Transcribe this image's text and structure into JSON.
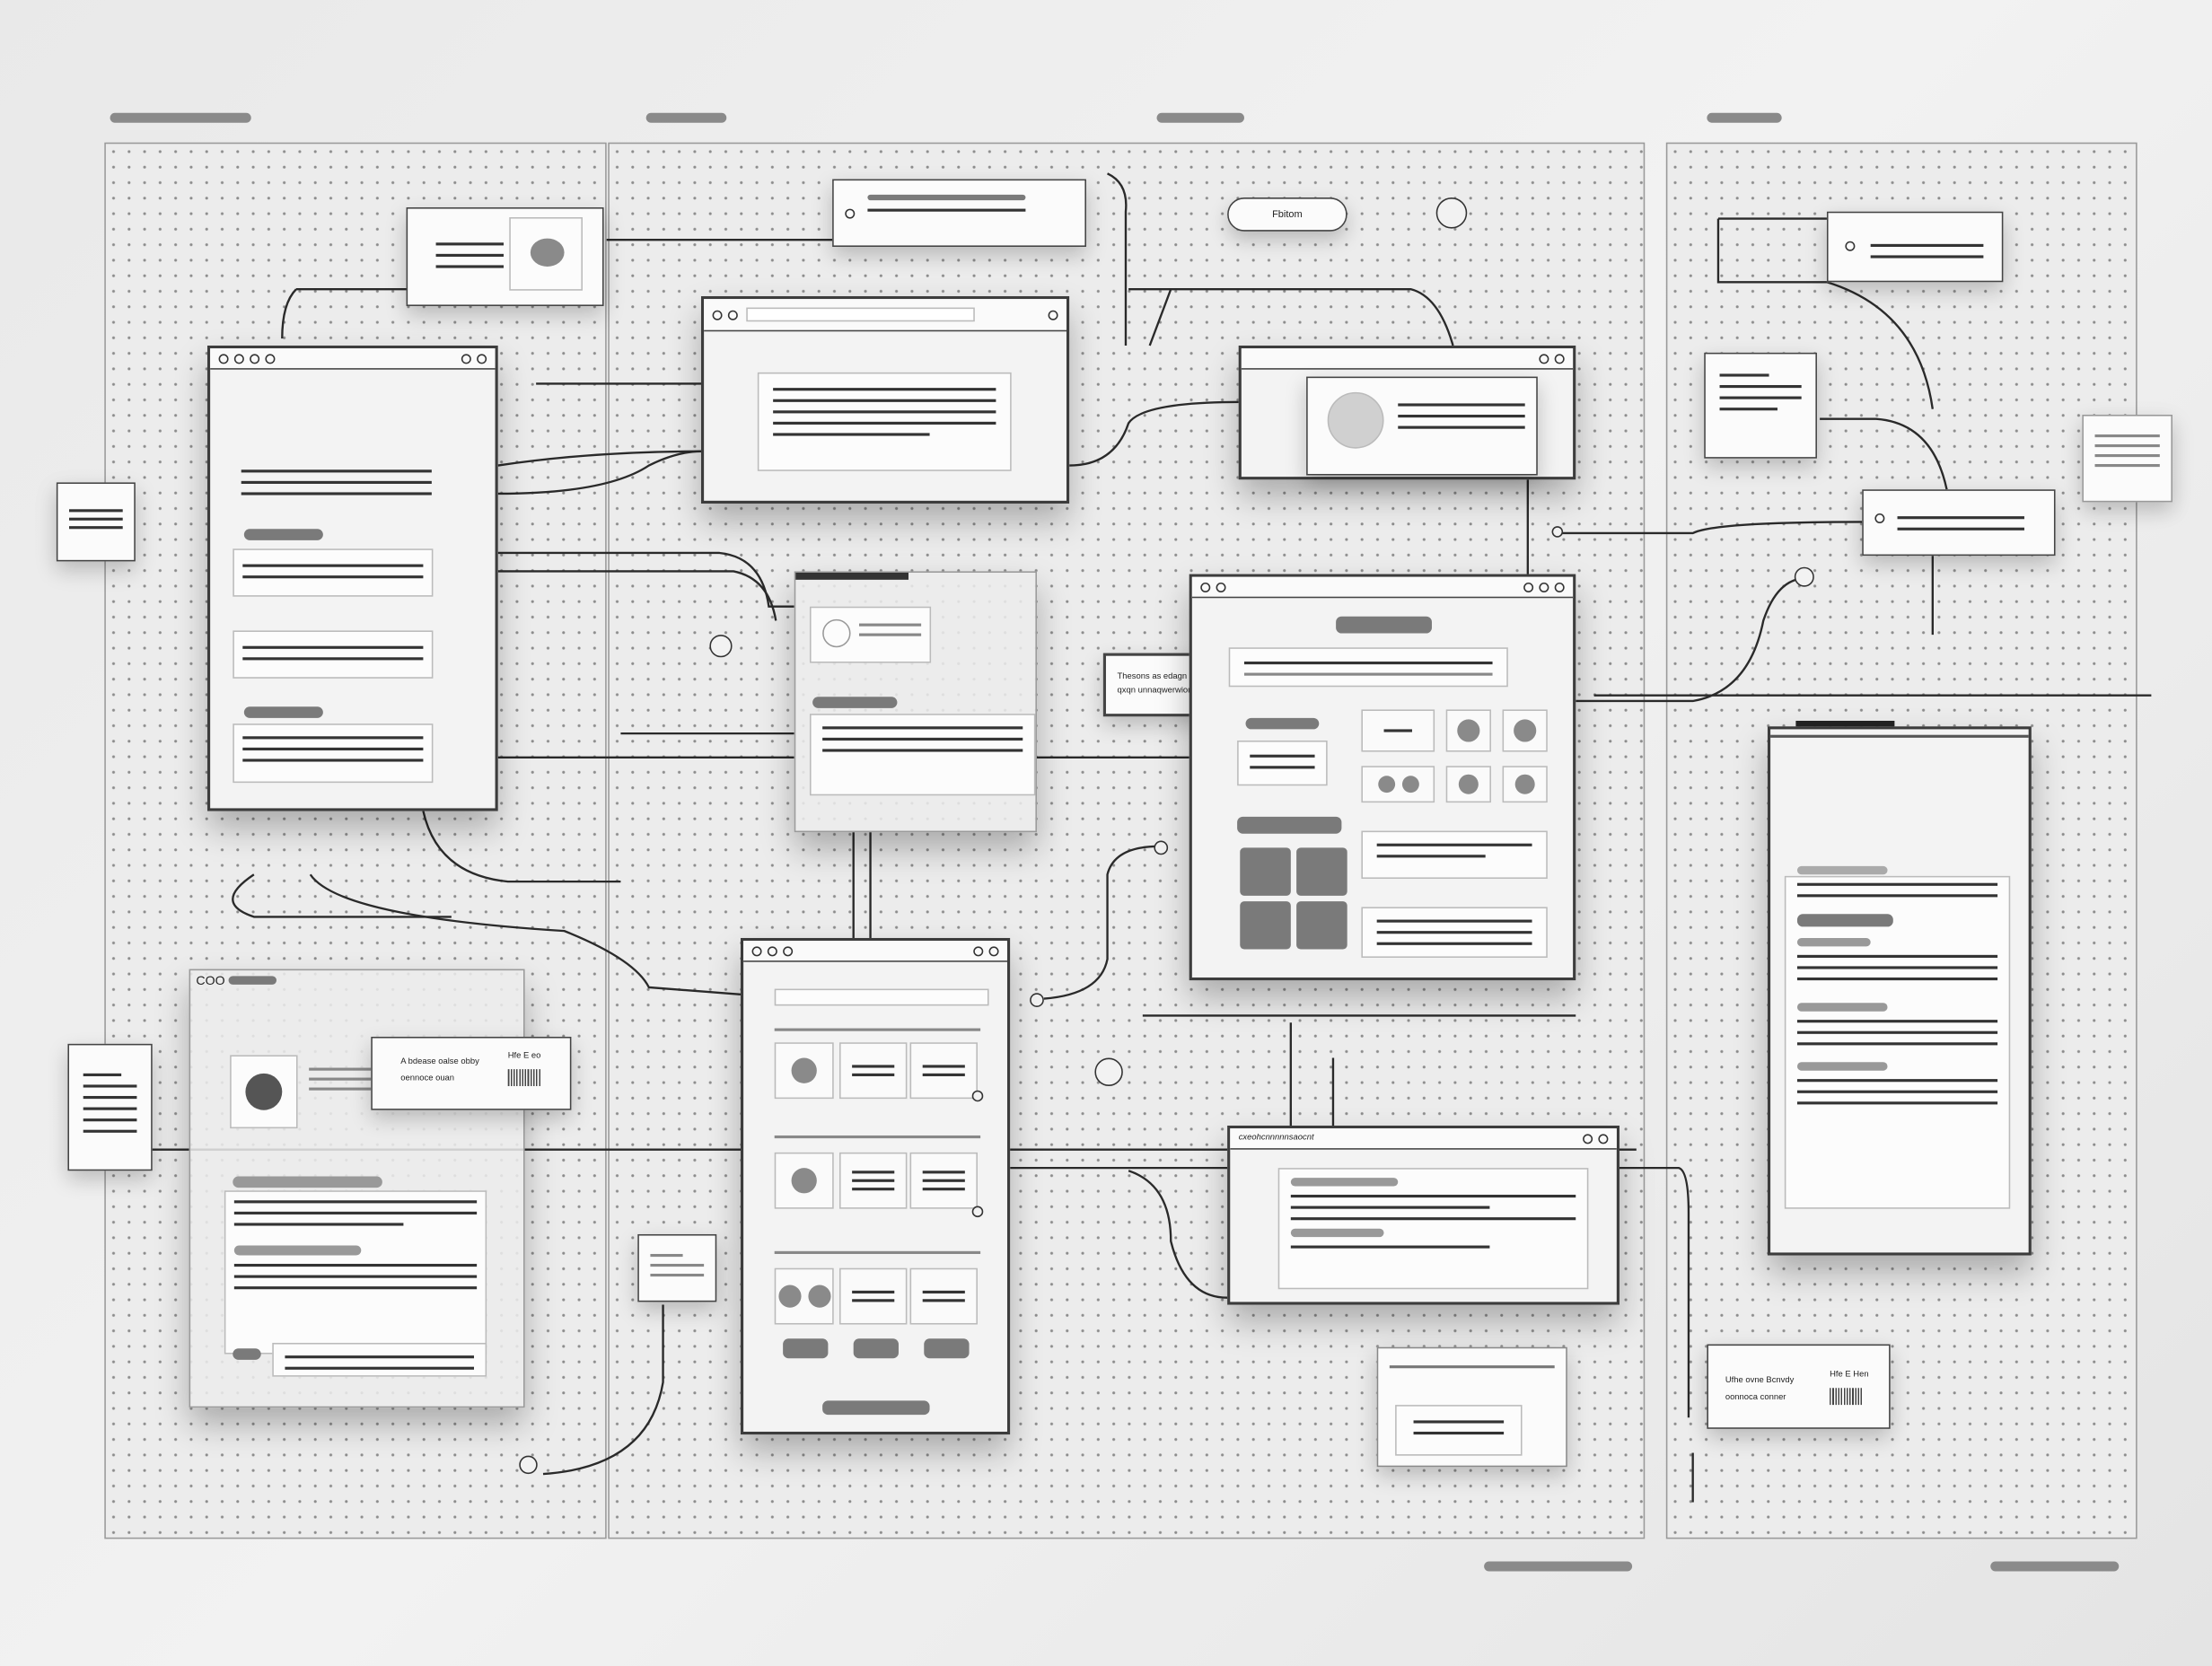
{
  "canvas": {
    "name": "wireframe-flow-board"
  },
  "tooltip": {
    "line1": "Thesons as edagn",
    "line2": "qxqn unnaqwerwion"
  },
  "action_button": {
    "label": "Fbitom"
  },
  "list_window": {
    "title": "COO"
  },
  "overlay_card": {
    "line1": "A bdease oalse obby",
    "line2": "oennoce ouan",
    "code": "Hfe E eo"
  },
  "detail_window": {
    "title": "cxeohcnnnnnsaocnt"
  },
  "receipt_card": {
    "line1": "Ufhe ovne Bcnvdy",
    "line2": "oonnoca conner",
    "code": "Hfe E Hen"
  },
  "colors": {
    "background": "#ececec",
    "stroke": "#333333",
    "accent_gray": "#7a7a7a"
  }
}
